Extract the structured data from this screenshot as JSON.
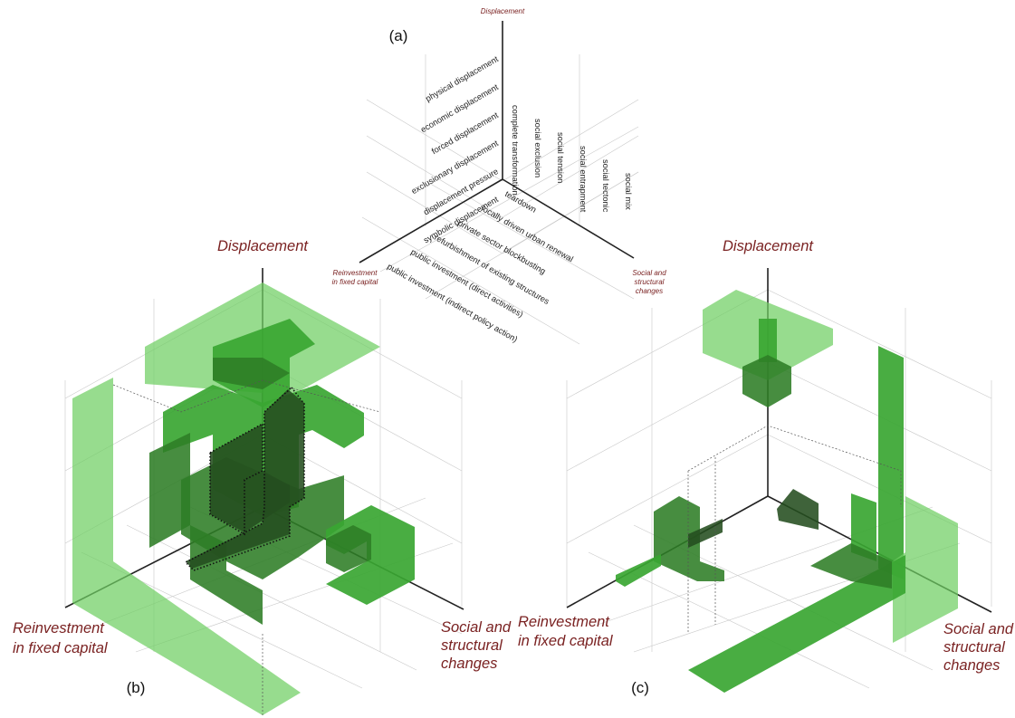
{
  "panel_a": {
    "label": "(a)",
    "axis_vertical": "Displacement",
    "axis_left_line1": "Reinvestment",
    "axis_left_line2": "in fixed capital",
    "axis_right_line1": "Social and",
    "axis_right_line2": "structural",
    "axis_right_line3": "changes",
    "displacement_levels": [
      "symbolic displacement",
      "displacement pressure",
      "exclusionary displacement",
      "forced displacement",
      "economic displacement",
      "physical displacement"
    ],
    "reinvestment_levels": [
      "teardown",
      "locally driven urban renewal",
      "private sector blockbusting",
      "refurbishment of existing structures",
      "public investment (direct activities)",
      "public investment (indirect policy action)"
    ],
    "social_levels": [
      "complete transformation",
      "social exclusion",
      "social tension",
      "social entrapment",
      "social tectonic",
      "social mix"
    ]
  },
  "panel_b": {
    "label": "(b)",
    "axis_vertical": "Displacement",
    "axis_left_line1": "Reinvestment",
    "axis_left_line2": "in fixed capital",
    "axis_right_line1": "Social and",
    "axis_right_line2": "structural",
    "axis_right_line3": "changes"
  },
  "panel_c": {
    "label": "(c)",
    "axis_vertical": "Displacement",
    "axis_left_line1": "Reinvestment",
    "axis_left_line2": "in fixed capital",
    "axis_right_line1": "Social and",
    "axis_right_line2": "structural",
    "axis_right_line3": "changes"
  },
  "colors": {
    "light_green": "#6fcf63",
    "medium_green": "#3aa632",
    "dark_green": "#2e7d26",
    "darkest_green": "#244d1f",
    "axis_label": "#7a2222"
  }
}
